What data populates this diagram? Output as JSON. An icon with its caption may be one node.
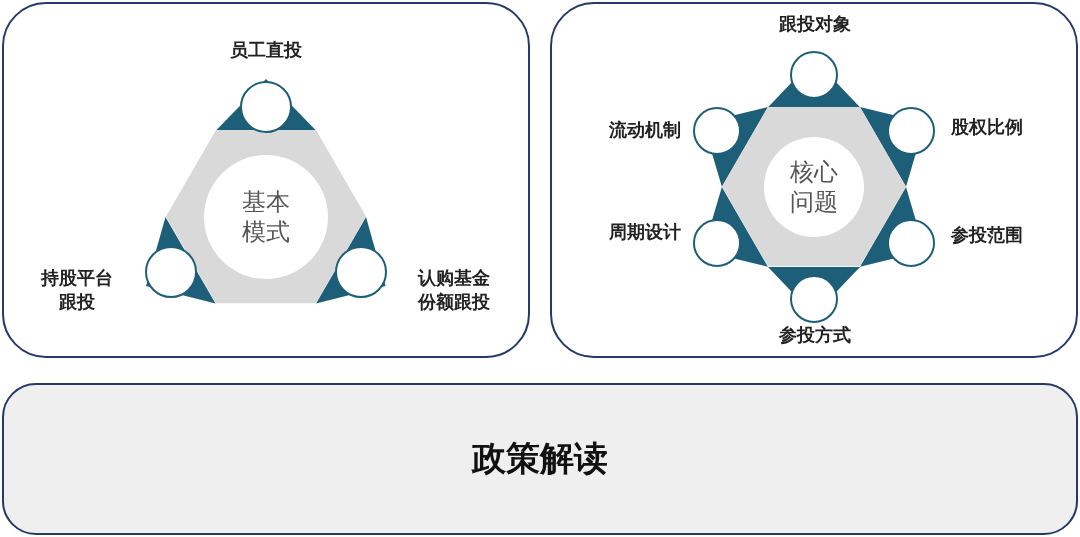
{
  "diagram": {
    "nodes": [
      {
        "text": [],
        "shape": "box"
      },
      {
        "text": [
          "基本模式"
        ],
        "in": 0
      },
      {
        "text": [
          "员工直投"
        ],
        "in": 0
      },
      {
        "text": [
          "持股平台跟投"
        ],
        "in": 0
      },
      {
        "text": [
          "认购基金份额跟投"
        ],
        "in": 0
      },
      {
        "text": [],
        "shape": "box"
      },
      {
        "text": [
          "核心问题"
        ],
        "in": 5
      },
      {
        "text": [
          "跟投对象"
        ],
        "in": 5
      },
      {
        "text": [
          "股权比例"
        ],
        "in": 5
      },
      {
        "text": [
          "参投范围"
        ],
        "in": 5
      },
      {
        "text": [
          "参投方式"
        ],
        "in": 5
      },
      {
        "text": [
          "周期设计"
        ],
        "in": 5
      },
      {
        "text": [
          "流动机制"
        ],
        "in": 5
      },
      {
        "text": [
          "政策解读"
        ]
      }
    ],
    "edges": []
  }
}
